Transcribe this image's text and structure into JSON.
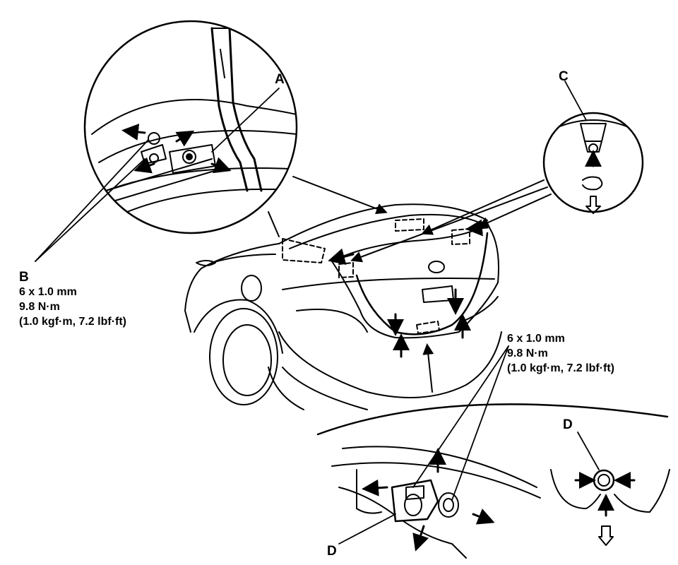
{
  "callouts": {
    "A": "A",
    "B": "B",
    "C": "C",
    "D_lock": "D",
    "D_detail": "D"
  },
  "spec_b": {
    "size": "6 x 1.0 mm",
    "torque": "9.8 N·m",
    "torque_alt": "(1.0 kgf·m, 7.2 lbf·ft)"
  },
  "spec_lock": {
    "size": "6 x 1.0 mm",
    "torque": "9.8 N·m",
    "torque_alt": "(1.0 kgf·m, 7.2 lbf·ft)"
  },
  "colors": {
    "ink": "#000000",
    "paper": "#ffffff"
  }
}
